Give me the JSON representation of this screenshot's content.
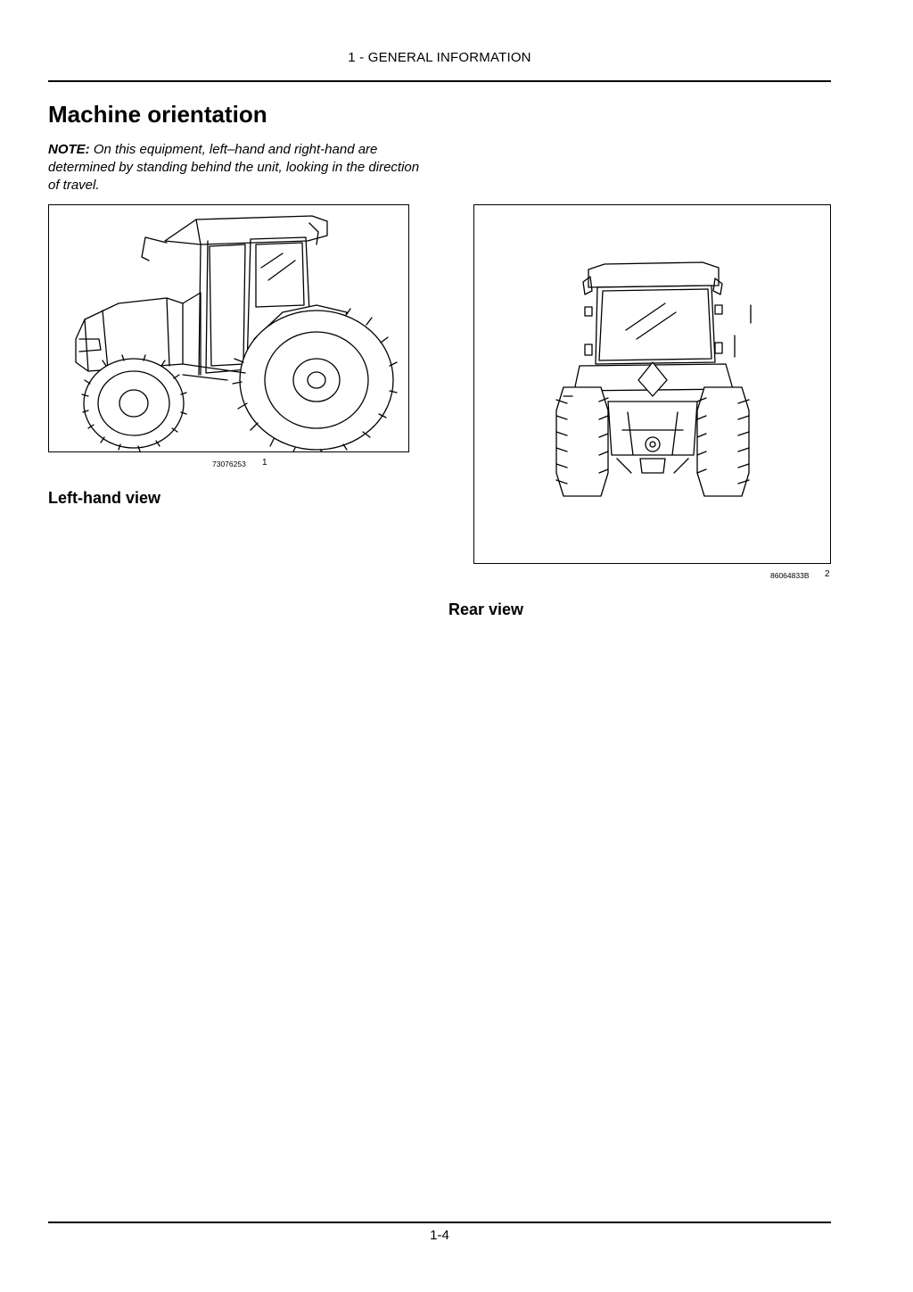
{
  "header": {
    "section": "1 - GENERAL INFORMATION"
  },
  "title": "Machine orientation",
  "note": {
    "label": "NOTE:",
    "text": "On this equipment, left–hand and right-hand are determined by standing behind the unit, looking in the direction of travel."
  },
  "figures": [
    {
      "ref": "73076253",
      "number": "1",
      "caption": "Left-hand view",
      "image": "tractor-left-side-illustration"
    },
    {
      "ref": "86064833B",
      "number": "2",
      "caption": "Rear view",
      "image": "tractor-rear-illustration"
    }
  ],
  "footer": {
    "page": "1-4"
  }
}
